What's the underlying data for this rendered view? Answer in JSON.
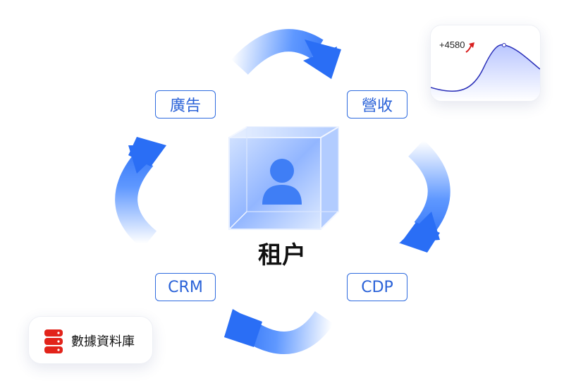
{
  "center": {
    "label": "租户",
    "icon": "user-icon"
  },
  "nodes": {
    "ads": "廣告",
    "revenue": "營收",
    "crm": "CRM",
    "cdp": "CDP"
  },
  "stat_card": {
    "value": "+4580",
    "trend_icon": "arrow-up-icon"
  },
  "database_card": {
    "label": "數據資料庫",
    "icon": "database-icon",
    "icon_color": "#e2231a"
  },
  "colors": {
    "accent": "#2f6bdf",
    "arrow": "#2f73ff",
    "cube": "#8fb6ff"
  }
}
